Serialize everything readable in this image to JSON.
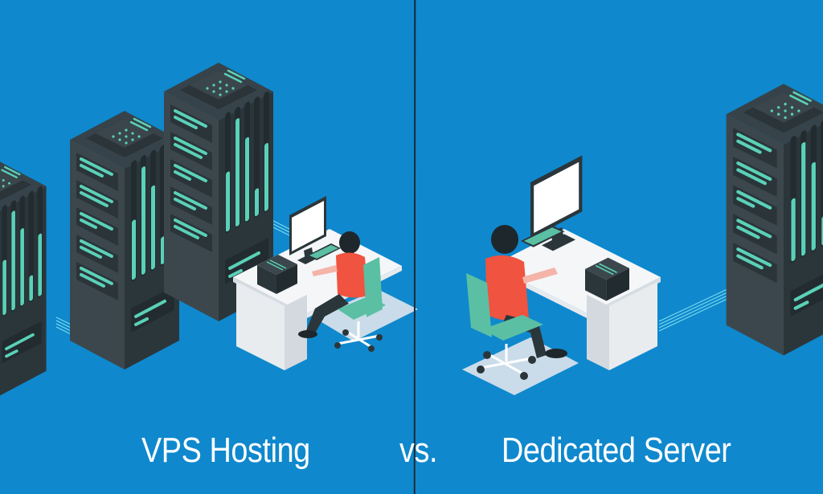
{
  "illustration": {
    "background_color": "#0f88cd",
    "accent_color": "#5ad1b8",
    "server_color": "#2e3a40",
    "shirt_color": "#f0533f",
    "chair_color": "#5bbfa3",
    "left_panel": {
      "caption": "VPS Hosting",
      "servers": [
        "server-tower-small",
        "server-tower-medium",
        "server-tower-large"
      ],
      "workstation": "person-at-desk"
    },
    "separator": "vs.",
    "right_panel": {
      "caption": "Dedicated Server",
      "servers": [
        "server-tower-large"
      ],
      "workstation": "person-at-desk"
    }
  }
}
